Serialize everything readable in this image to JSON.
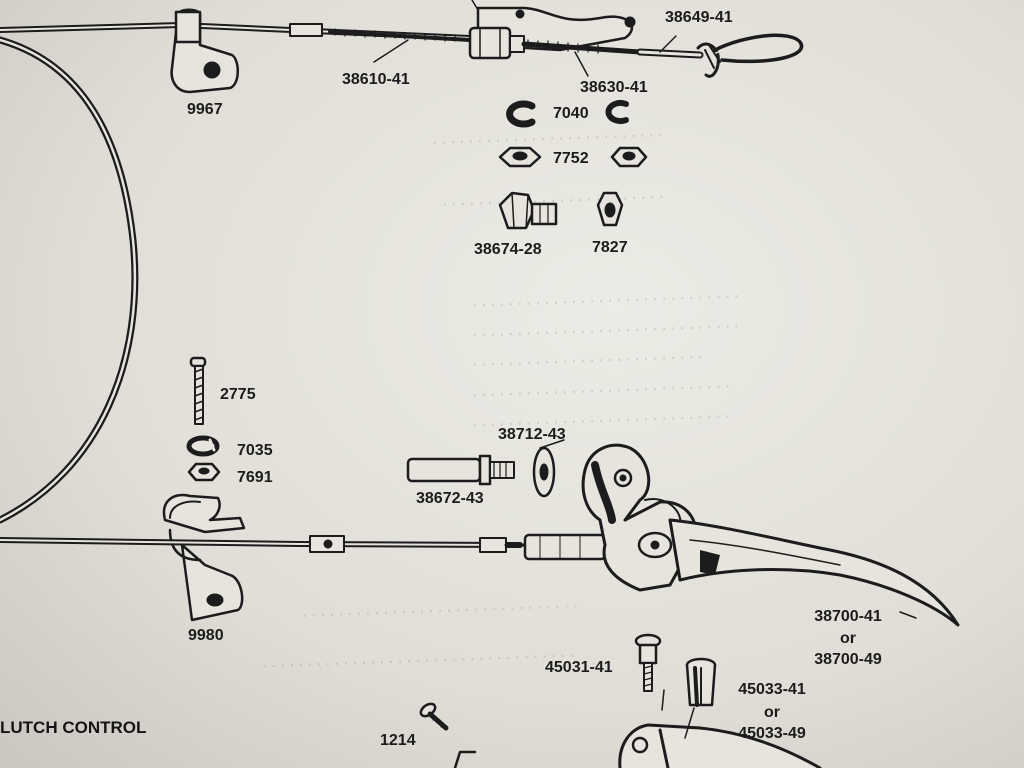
{
  "parts": {
    "p38649": "38649-41",
    "p9967": "9967",
    "p38610": "38610-41",
    "p38630": "38630-41",
    "p7040": "7040",
    "p7752": "7752",
    "p38674": "38674-28",
    "p7827": "7827",
    "p2775": "2775",
    "p7035": "7035",
    "p7691": "7691",
    "p38712": "38712-43",
    "p38672": "38672-43",
    "p9980": "9980",
    "p38700a": "38700-41",
    "or1": "or",
    "p38700b": "38700-49",
    "p45031": "45031-41",
    "p45033a": "45033-41",
    "or2": "or",
    "p45033b": "45033-49",
    "p1214": "1214"
  },
  "section_title": "LUTCH CONTROL",
  "colors": {
    "ink": "#1c1c1c",
    "paper": "#e6e4dd"
  }
}
